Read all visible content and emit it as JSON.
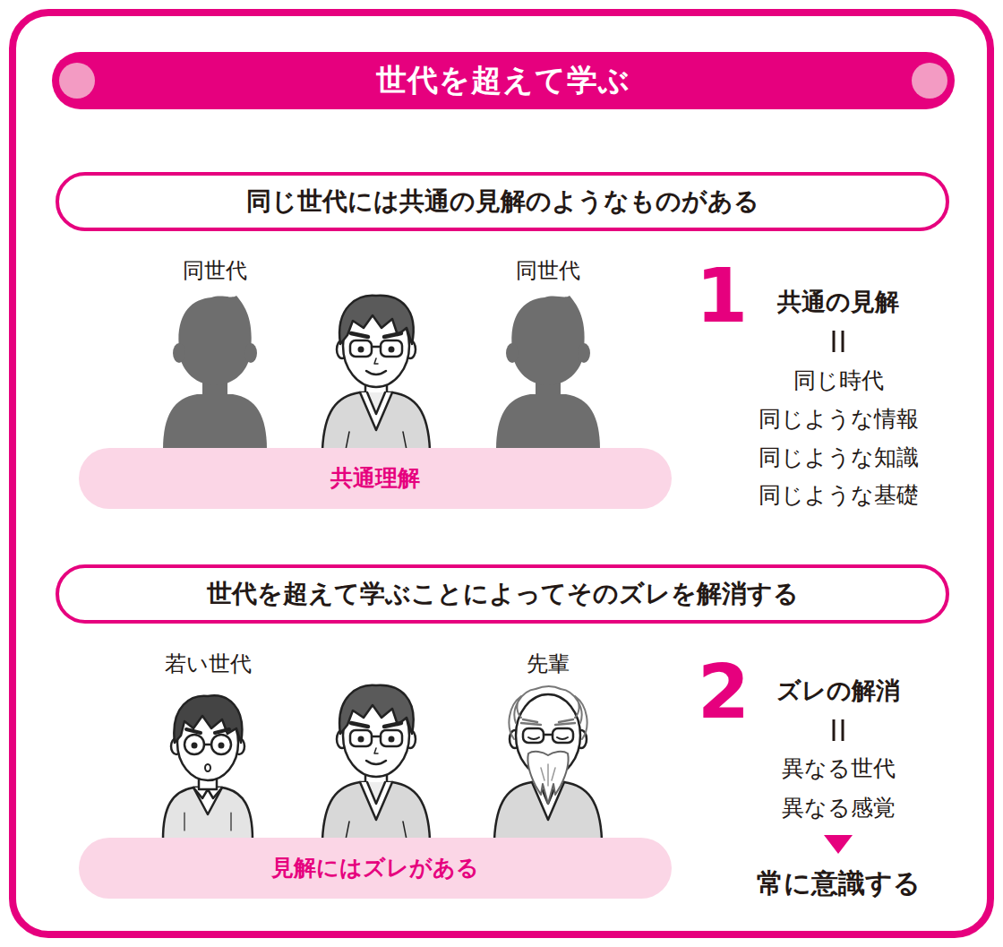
{
  "diagram": {
    "title": "世代を超えて学ぶ",
    "nodes": [
      {
        "text": [
          "同じ世代には共通の見解のようなものがある"
        ]
      },
      {
        "text": [
          "共通理解"
        ]
      },
      {
        "text": [
          "世代を超えて学ぶことによってそのズレを解消する"
        ]
      },
      {
        "text": [
          "見解にはズレがある"
        ]
      }
    ],
    "labels": [
      "同世代",
      "同世代",
      "1",
      "共通の見解",
      "同じ時代",
      "同じような情報",
      "同じような知識",
      "同じような基礎",
      "若い世代",
      "先輩",
      "2",
      "ズレの解消",
      "異なる世代",
      "異なる感覚",
      "常に意識する"
    ]
  }
}
